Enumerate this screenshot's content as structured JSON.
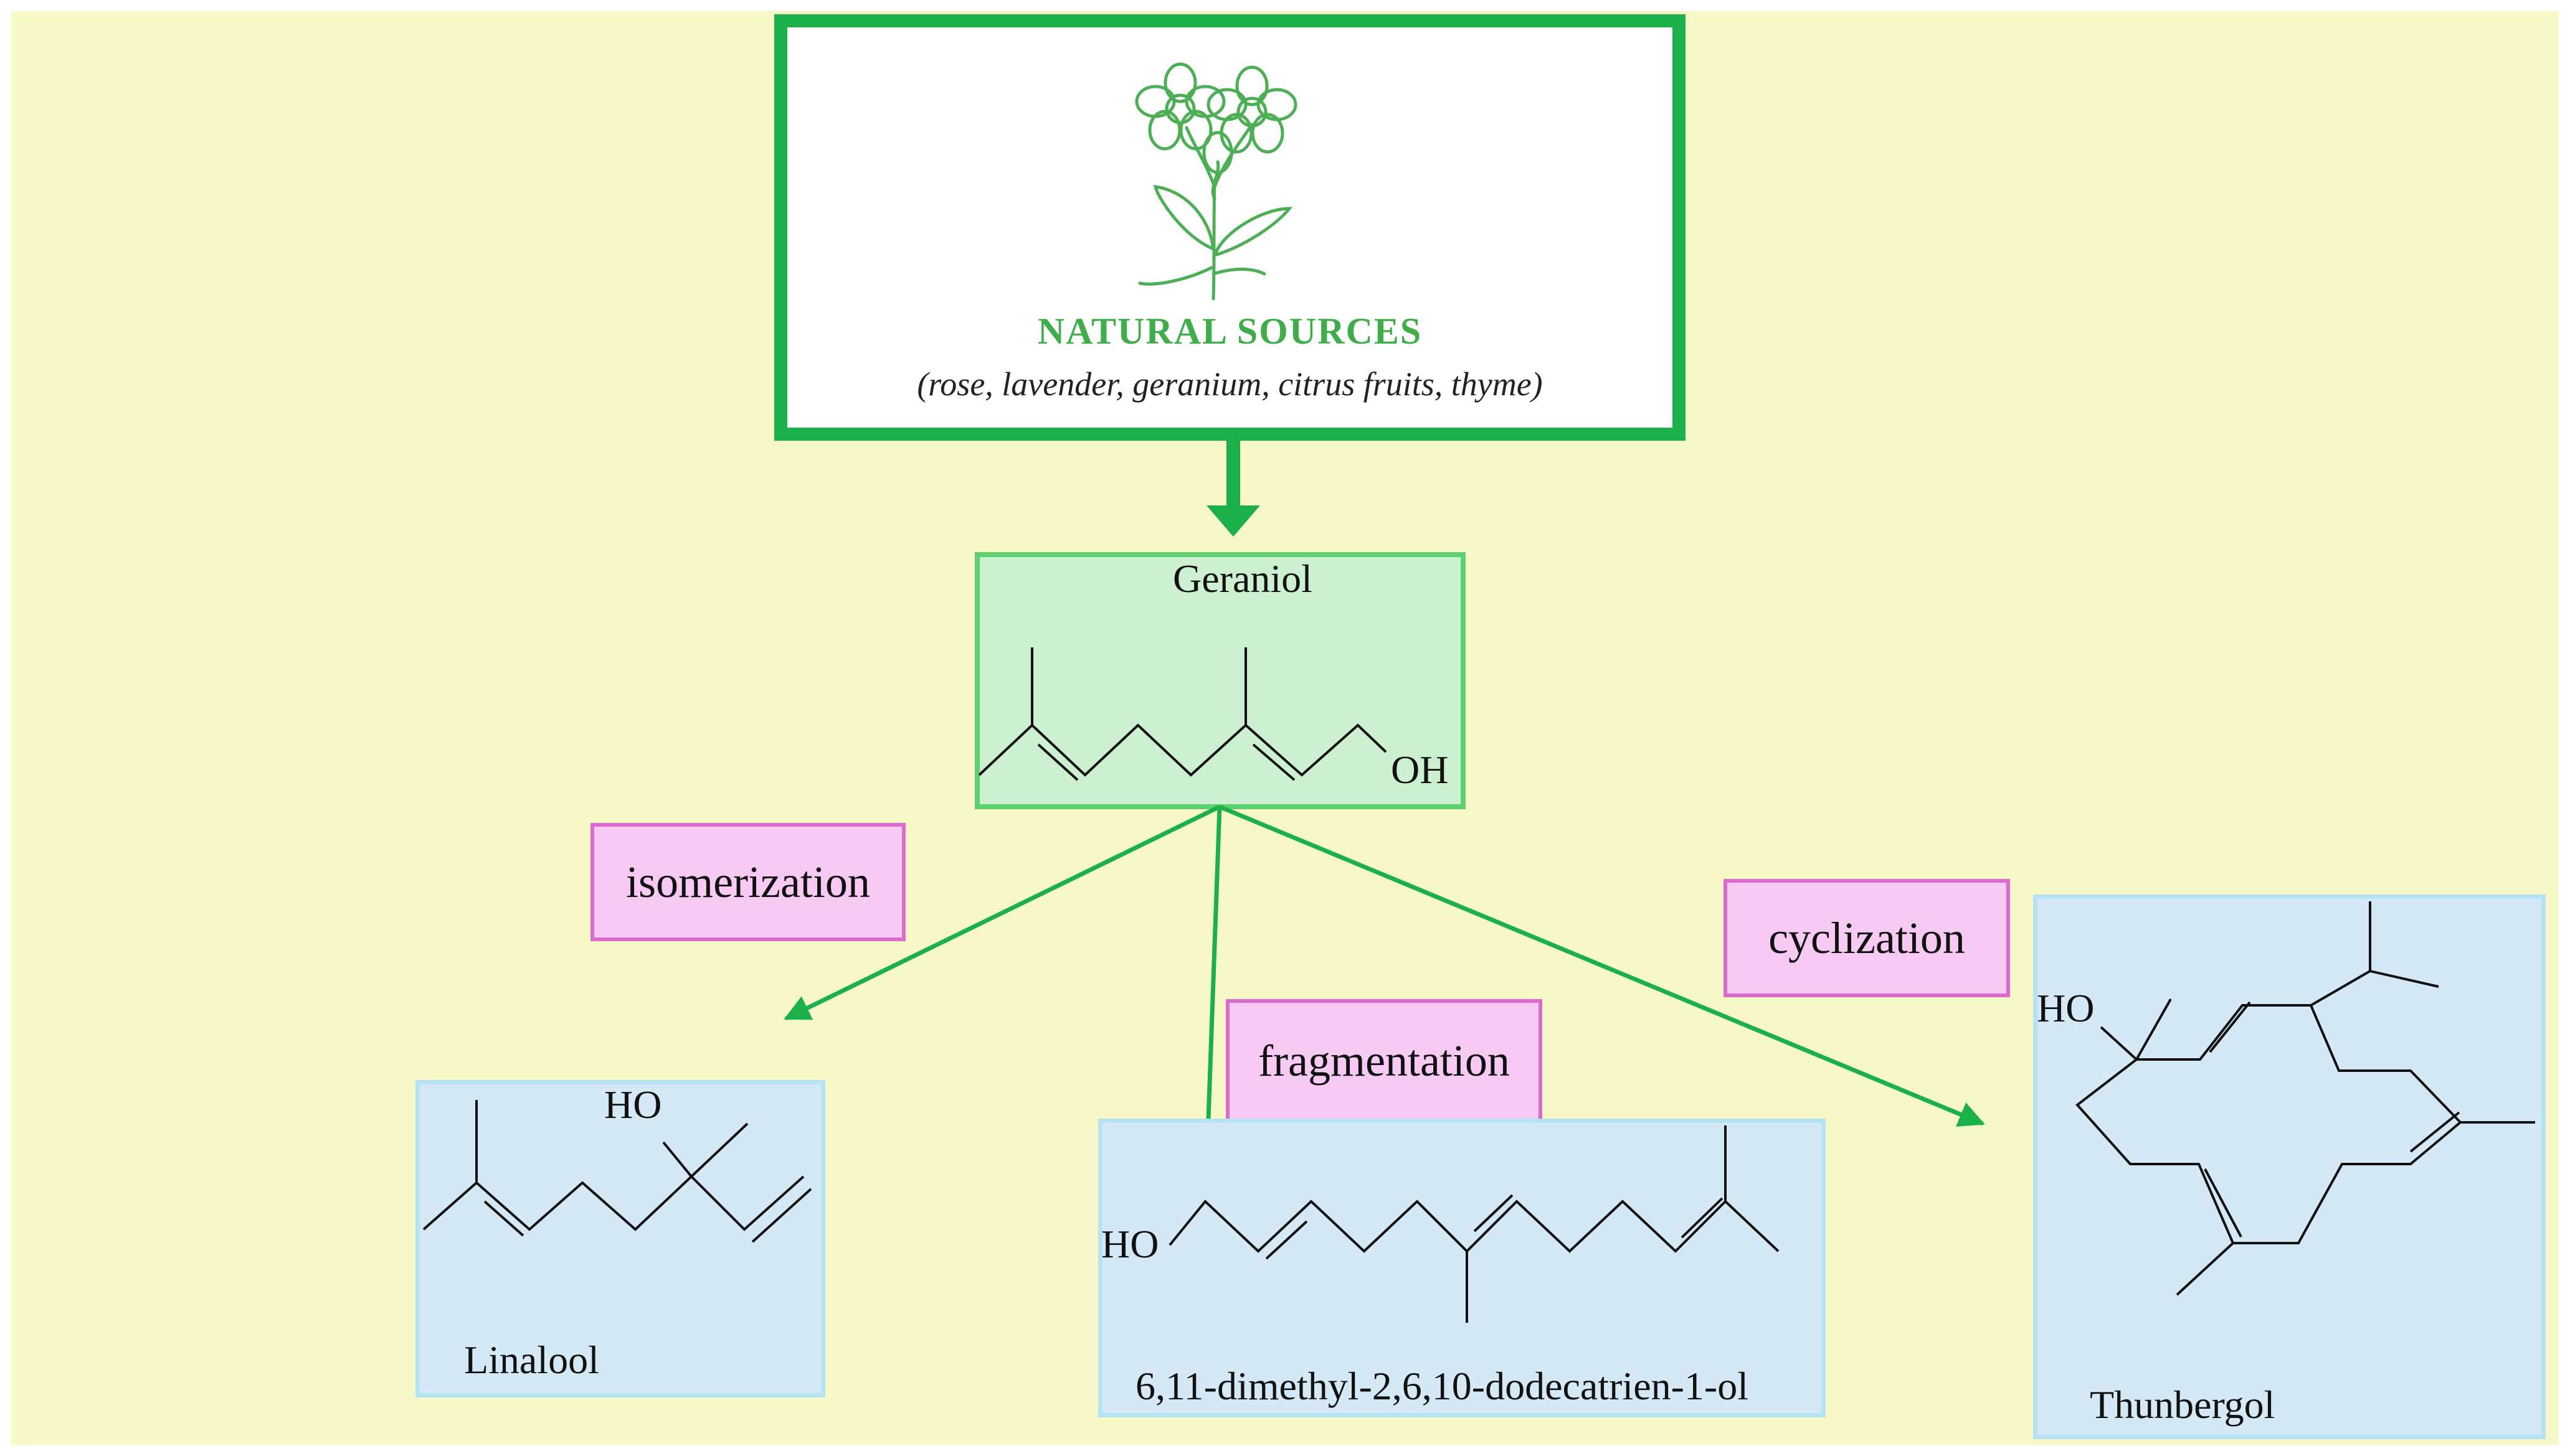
{
  "source": {
    "title": "NATURAL SOURCES",
    "subtitle": "(rose, lavender, geranium, citrus fruits, thyme)",
    "icon": "flower-icon"
  },
  "geraniol": {
    "name": "Geraniol",
    "group": "OH"
  },
  "reactions": {
    "isomerization": "isomerization",
    "fragmentation": "fragmentation",
    "cyclization": "cyclization"
  },
  "products": {
    "linalool": {
      "name": "Linalool",
      "group": "HO"
    },
    "dodecatrienol": {
      "name": "6,11-dimethyl-2,6,10-dodecatrien-1-ol",
      "group": "HO"
    },
    "thunbergol": {
      "name": "Thunbergol",
      "group": "HO"
    }
  },
  "colors": {
    "arrow_green": "#1bb04a",
    "title_green": "#3fae4a",
    "background": "#f7f8c8",
    "product_box": "#d5e8f6",
    "reaction_box": "#f6caf3"
  }
}
